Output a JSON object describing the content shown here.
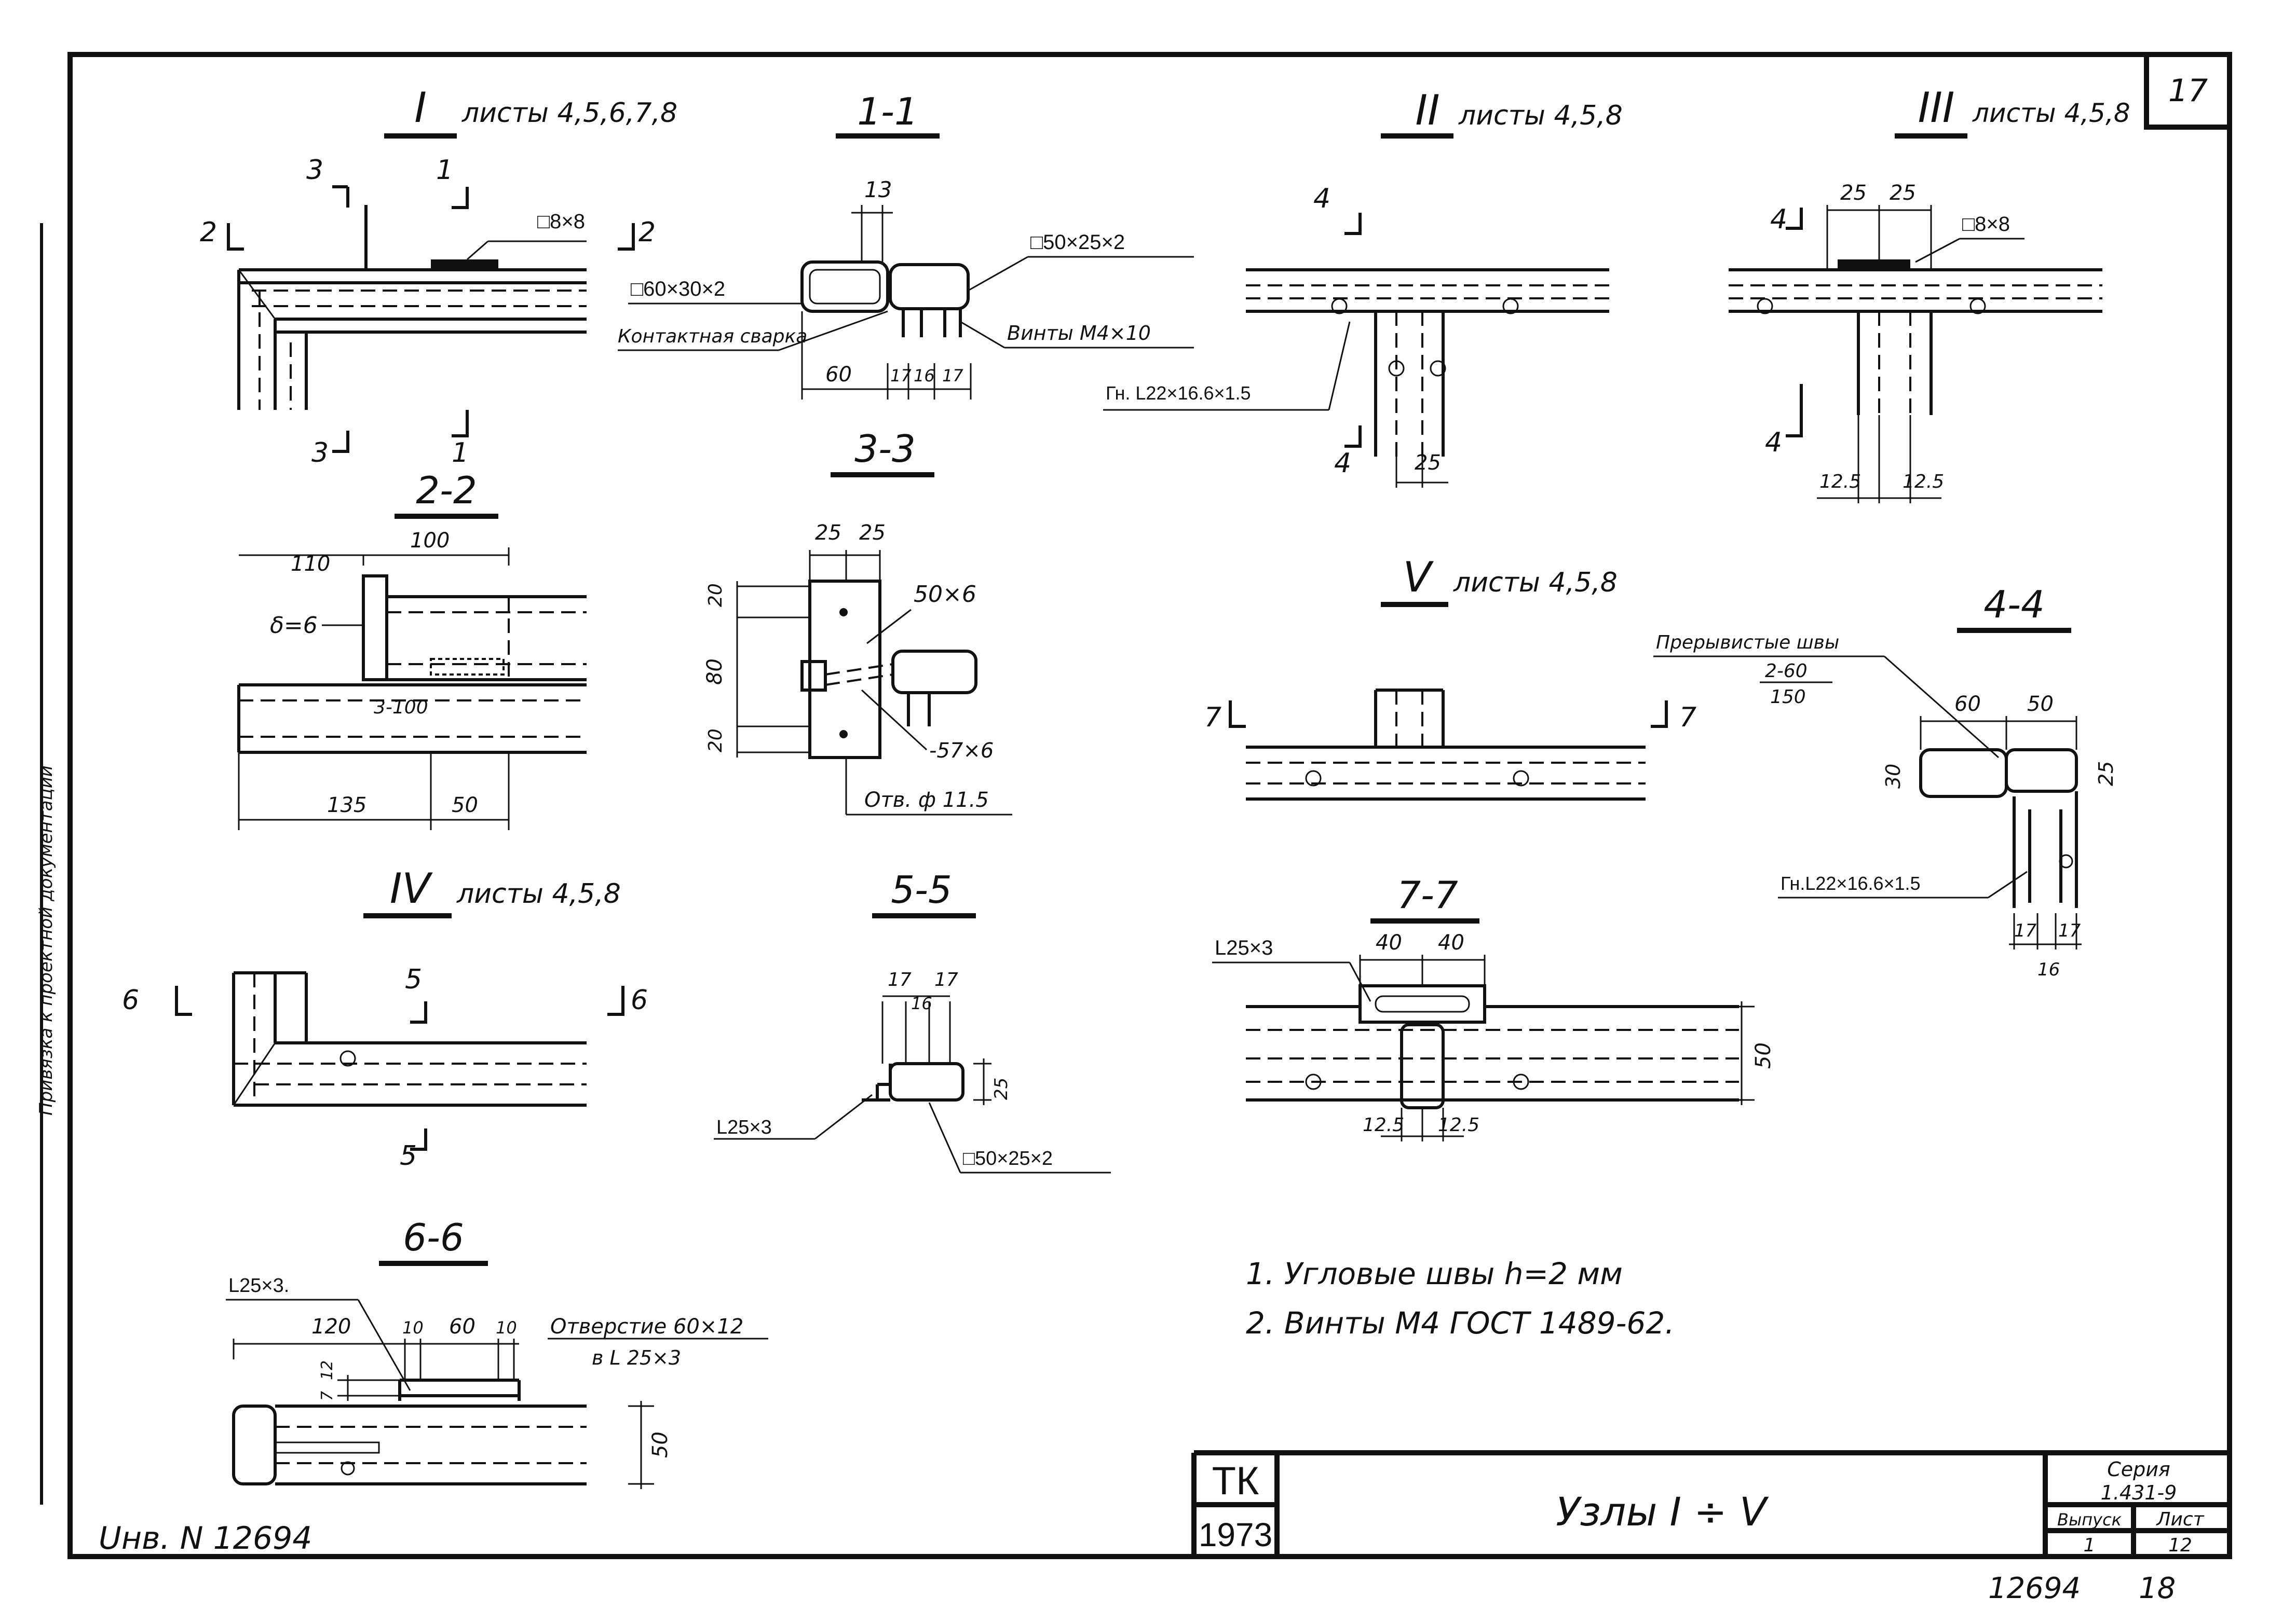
{
  "sheet_number": "17",
  "inventory": "Uнв. N 12694",
  "bottom_numbers": {
    "left": "12694",
    "right": "18"
  },
  "notes": [
    "1. Угловые швы h=2 мм",
    "2. Винты М4 ГОСТ 1489-62."
  ],
  "title_block": {
    "tk": "ТК",
    "year": "1973",
    "title": "Узлы I ÷ V",
    "series_label": "Серия",
    "series_value": "1.431-9",
    "issue_label": "Выпуск",
    "issue_value": "1",
    "sheet_label": "Лист",
    "sheet_value": "12"
  },
  "margin_text": "Привязка к проектной документации",
  "views": {
    "node1": {
      "label": "I",
      "sheets": "листы 4,5,6,7,8",
      "tag_2": "2",
      "tag_3": "3",
      "tag_1": "1",
      "weld": "□8×8"
    },
    "sec11": {
      "label": "1-1",
      "pipe1": "□60×30×2",
      "pipe2": "□50×25×2",
      "weld": "Контактная сварка",
      "screws": "Винты М4×10",
      "d60": "60",
      "d17a": "17",
      "d16": "16",
      "d17b": "17",
      "d13": "13"
    },
    "node2": {
      "label": "II",
      "sheets": "листы 4,5,8",
      "tag_4": "4",
      "angle": "Гн. L22×16.6×1.5",
      "d25": "25"
    },
    "node3": {
      "label": "III",
      "sheets": "листы 4,5,8",
      "tag_4": "4",
      "weld": "□8×8",
      "d25a": "25",
      "d25b": "25",
      "d125a": "12.5",
      "d125b": "12.5"
    },
    "sec22": {
      "label": "2-2",
      "d110": "110",
      "d100": "100",
      "delta": "δ=6",
      "weld": "3-100",
      "d135": "135",
      "d50": "50"
    },
    "sec33": {
      "label": "3-3",
      "d25a": "25",
      "d25b": "25",
      "d20a": "20",
      "d80": "80",
      "d20b": "20",
      "plate": "50×6",
      "strip": "-57×6",
      "hole": "Отв. ф 11.5"
    },
    "node5": {
      "label": "V",
      "sheets": "листы 4,5,8",
      "tag_7": "7"
    },
    "sec44": {
      "label": "4-4",
      "welds": "Прерывистые швы",
      "weld_a": "2-60",
      "weld_b": "150",
      "d60": "60",
      "d50": "50",
      "d30": "30",
      "d25": "25",
      "angle": "Гн.L22×16.6×1.5",
      "d17a": "17",
      "d17b": "17",
      "d16": "16"
    },
    "node4": {
      "label": "IV",
      "sheets": "листы 4,5,8",
      "tag_6": "6",
      "tag_5": "5"
    },
    "sec55": {
      "label": "5-5",
      "d17a": "17",
      "d17b": "17",
      "d16": "16",
      "d25": "25",
      "angle": "L25×3",
      "pipe": "□50×25×2"
    },
    "sec77": {
      "label": "7-7",
      "angle": "L25×3",
      "d40a": "40",
      "d40b": "40",
      "d50": "50",
      "d125a": "12.5",
      "d125b": "12.5"
    },
    "sec66": {
      "label": "6-6",
      "angle": "L25×3.",
      "d120": "120",
      "d10a": "10",
      "d60": "60",
      "d10b": "10",
      "hole": "Отверстие 60×12",
      "hole2": "в L 25×3",
      "d7": "7",
      "d12": "12",
      "d50": "50"
    }
  }
}
